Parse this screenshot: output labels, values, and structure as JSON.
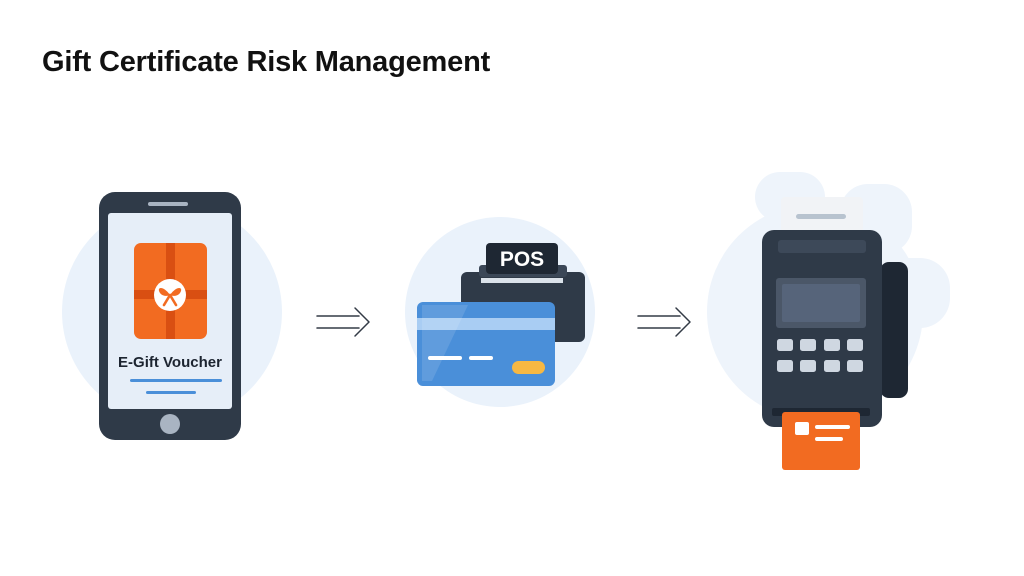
{
  "diagram": {
    "title": "Gift Certificate Risk Management",
    "steps": [
      {
        "label": "E-Gift Voucher",
        "icon": "smartphone-gift-voucher-icon"
      },
      {
        "label": "POS",
        "icon": "pos-card-printer-icon"
      },
      {
        "label": "",
        "icon": "card-payment-terminal-icon"
      }
    ],
    "connectors": [
      "arrow-right-icon",
      "arrow-right-icon"
    ]
  },
  "colors": {
    "accent_orange": "#f26b21",
    "device_dark": "#2f3a48",
    "card_blue": "#4a8fd9",
    "background_circle": "#eaf2fb"
  }
}
